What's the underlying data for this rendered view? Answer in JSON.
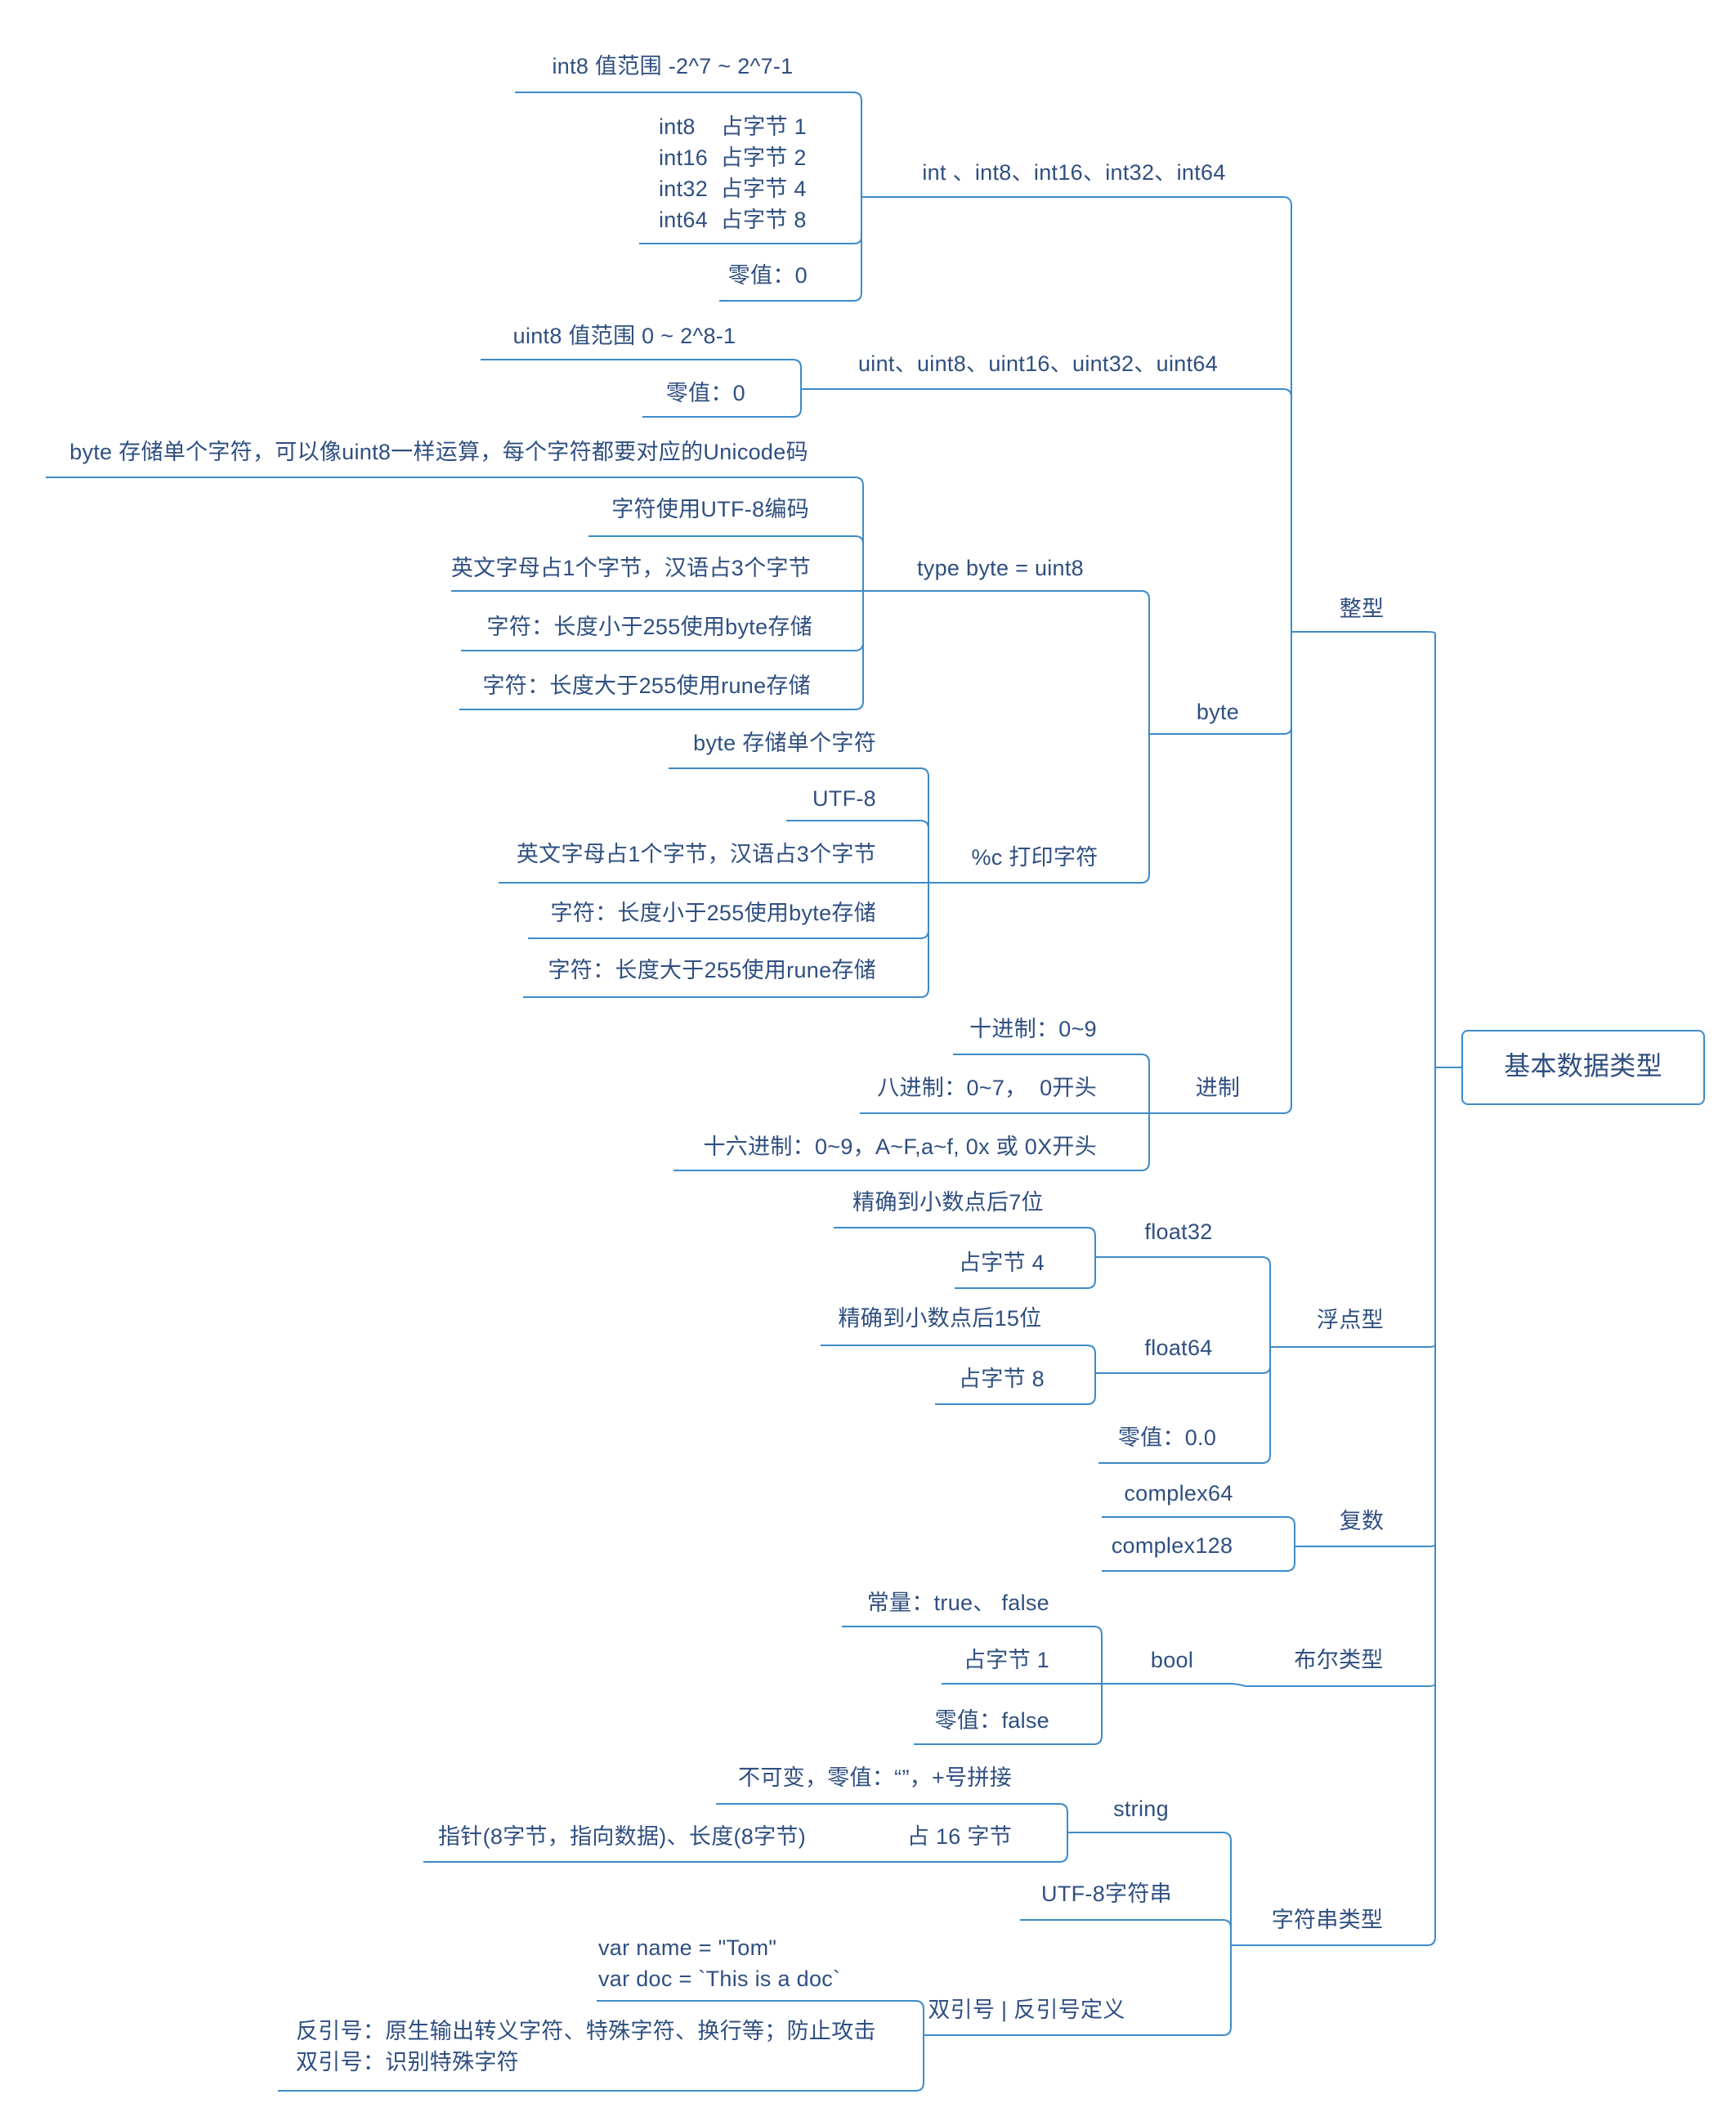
{
  "root": "基本数据类型",
  "integer": {
    "label": "整型",
    "int": {
      "label": "int 、int8、int16、int32、int64",
      "range": "int8 值范围 -2^7 ~ 2^7-1",
      "sizes": "int8    占字节 1\nint16  占字节 2\nint32  占字节 4\nint64  占字节 8",
      "zero": "零值：0"
    },
    "uint": {
      "label": "uint、uint8、uint16、uint32、uint64",
      "range": "uint8 值范围 0 ~ 2^8-1",
      "zero": "零值：0"
    },
    "byte": {
      "label": "byte",
      "typedef": {
        "label": "type byte = uint8",
        "items": [
          "byte 存储单个字符，可以像uint8一样运算，每个字符都要对应的Unicode码",
          "字符使用UTF-8编码",
          "英文字母占1个字节，汉语占3个字节",
          "字符：长度小于255使用byte存储",
          "字符：长度大于255使用rune存储"
        ]
      },
      "print": {
        "label": "%c 打印字符",
        "items": [
          "byte 存储单个字符",
          "UTF-8",
          "英文字母占1个字节，汉语占3个字节",
          "字符：长度小于255使用byte存储",
          "字符：长度大于255使用rune存储"
        ]
      }
    },
    "radix": {
      "label": "进制",
      "items": [
        "十进制：0~9",
        "八进制：0~7，  0开头",
        "十六进制：0~9，A~F,a~f, 0x 或 0X开头"
      ]
    }
  },
  "float": {
    "label": "浮点型",
    "f32": {
      "label": "float32",
      "items": [
        "精确到小数点后7位",
        "占字节 4"
      ]
    },
    "f64": {
      "label": "float64",
      "items": [
        "精确到小数点后15位",
        "占字节 8"
      ]
    },
    "zero": "零值：0.0"
  },
  "complex": {
    "label": "复数",
    "items": [
      "complex64",
      "complex128"
    ]
  },
  "boolean": {
    "label": "布尔类型",
    "bool": {
      "label": "bool",
      "items": [
        "常量：true、 false",
        "占字节 1",
        "零值：false"
      ]
    }
  },
  "string": {
    "label": "字符串类型",
    "str": {
      "label": "string",
      "immutable": "不可变，零值：“”，+号拼接",
      "size": {
        "label": "占 16 字节",
        "detail": "指针(8字节，指向数据)、长度(8字节)"
      }
    },
    "utf8": "UTF-8字符串",
    "quotes": {
      "label": "双引号 | 反引号定义",
      "example": "var name = \"Tom\"\nvar doc = `This is a doc`",
      "notes": "反引号：原生输出转义字符、特殊字符、换行等；防止攻击\n双引号：识别特殊字符"
    }
  },
  "colors": {
    "line": "#3d8bc8",
    "text": "#2f4f80"
  }
}
